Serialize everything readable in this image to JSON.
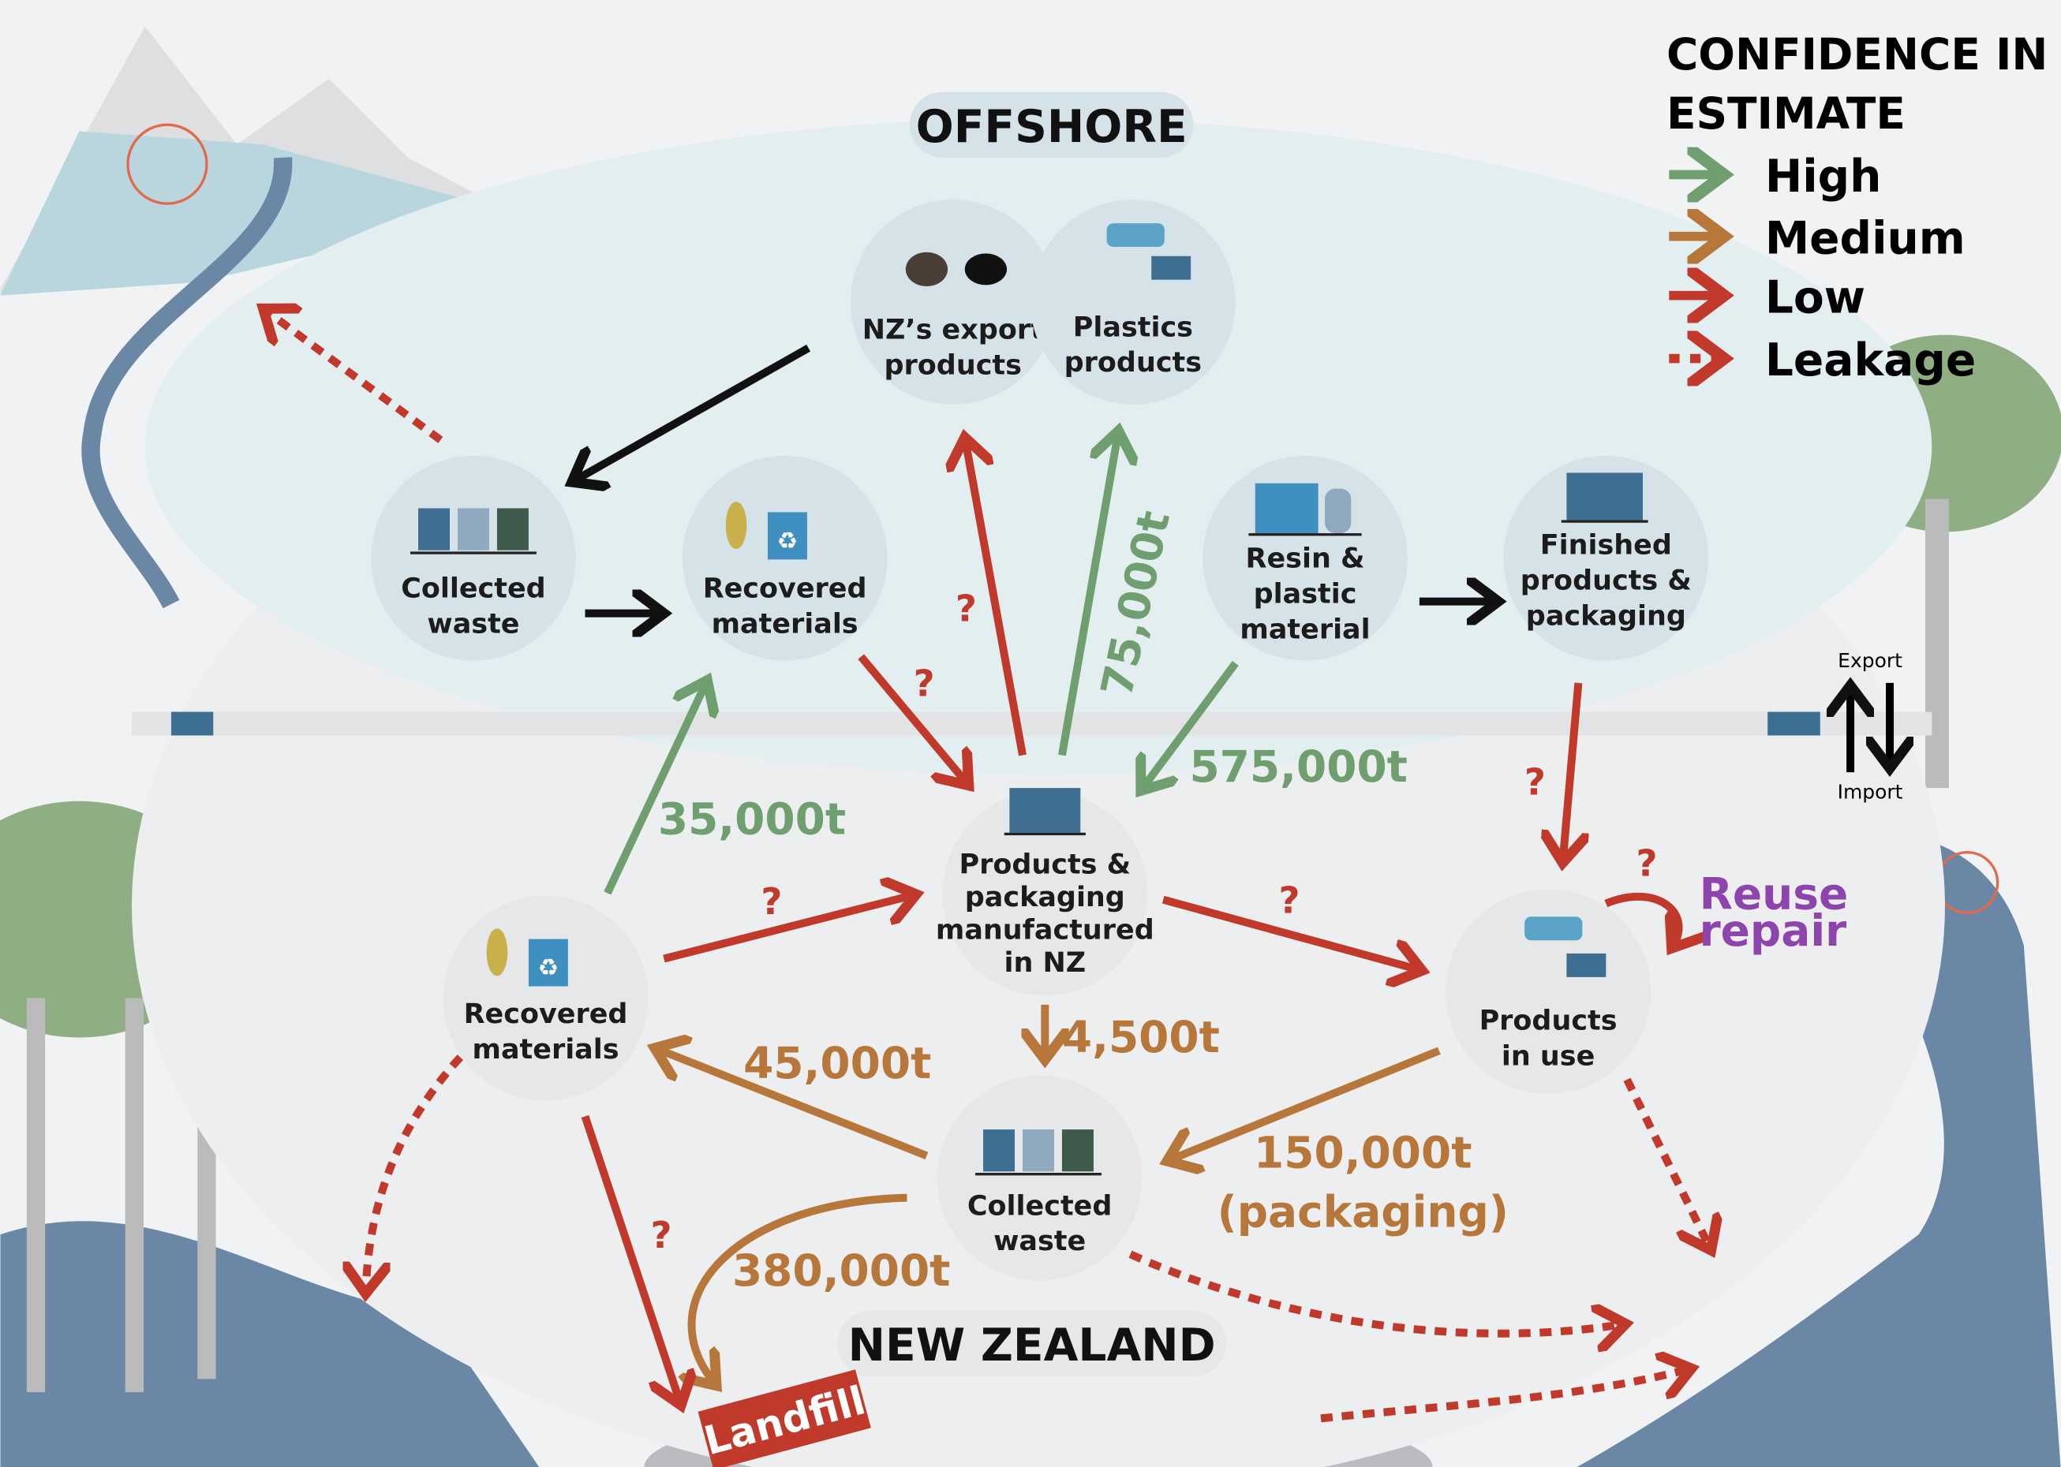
{
  "colors": {
    "high": "#6f9e6f",
    "medium": "#b8773a",
    "low": "#c0392b",
    "leakage": "#c0392b",
    "reuse": "#8e44ad",
    "node": "#d5e3e8"
  },
  "regions": {
    "offshore": "OFFSHORE",
    "new_zealand": "NEW ZEALAND",
    "landfill": "Landfill"
  },
  "legend": {
    "title_line1": "CONFIDENCE IN",
    "title_line2": "ESTIMATE",
    "items": [
      {
        "label": "High"
      },
      {
        "label": "Medium"
      },
      {
        "label": "Low"
      },
      {
        "label": "Leakage"
      }
    ]
  },
  "trade": {
    "export": "Export",
    "import": "Import"
  },
  "nodes": {
    "collected_waste_offshore": [
      "Collected",
      "waste"
    ],
    "recovered_materials_offshore": [
      "Recovered",
      "materials"
    ],
    "nz_export_products": [
      "NZ’s export",
      "products"
    ],
    "plastics_products": [
      "Plastics",
      "products"
    ],
    "resin_plastic_material": [
      "Resin &",
      "plastic",
      "material"
    ],
    "finished_products": [
      "Finished",
      "products &",
      "packaging"
    ],
    "manufactured_nz": [
      "Products &",
      "packaging",
      "manufactured",
      "in NZ"
    ],
    "recovered_materials_nz": [
      "Recovered",
      "materials"
    ],
    "products_in_use": [
      "Products",
      "in use"
    ],
    "collected_waste_nz": [
      "Collected",
      "waste"
    ]
  },
  "flows": {
    "to_plastics_products": "75,000t",
    "resin_to_manufactured": "575,000t",
    "recovered_to_offshore": "35,000t",
    "manufactured_to_collected": "4,500t",
    "collected_to_recovered": "45,000t",
    "in_use_to_collected": "150,000t",
    "in_use_to_collected_note": "(packaging)",
    "collected_to_landfill": "380,000t",
    "unknown": "?",
    "reuse": "Reuse",
    "repair": "repair"
  }
}
